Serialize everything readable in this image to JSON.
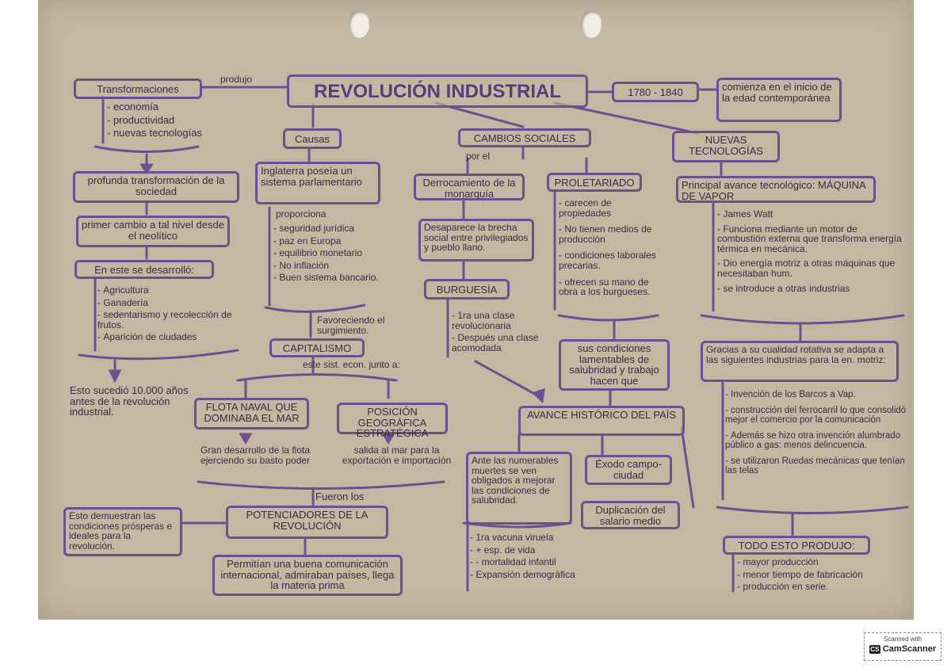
{
  "colors": {
    "paper": "#c5b8a3",
    "ink": "#6f4f91"
  },
  "title": "REVOLUCIÓN INDUSTRIAL",
  "dates": "1780 - 1840",
  "comienza": "comienza en el inicio de la edad contemporánea",
  "produjo_label": "produjo",
  "transformaciones": {
    "header": "Transformaciones",
    "items": [
      "economía",
      "productividad",
      "nuevas tecnologías"
    ]
  },
  "profunda": "profunda transformación de la sociedad",
  "primer_cambio": "primer cambio a tal nivel desde el neolítico",
  "desarrollo": {
    "header": "En este se desarrolló:",
    "items": [
      "Agricultura",
      "Ganadería",
      "sedentarismo y recolección de frutos.",
      "Aparición de ciudades"
    ]
  },
  "esto_sucedio": "Esto sucedió 10.000 años antes de la revolución industrial.",
  "causas": {
    "header": "Causas",
    "inglaterra": "Inglaterra poseía un sistema parlamentario",
    "proporciona": "proporciona",
    "items": [
      "seguridad jurídica",
      "paz en Europa",
      "equilibrio monetario",
      "No inflación",
      "Buen sistema bancario."
    ]
  },
  "favoreciendo": "Favoreciendo el surgimiento.",
  "capitalismo": "CAPITALISMO",
  "este_sist": "este sist. econ. junto a:",
  "flota": {
    "box": "FLOTA NAVAL QUE DOMINABA EL MAR",
    "text": "Gran desarrollo de la flota ejerciendo su basto poder"
  },
  "posicion": {
    "box": "POSICIÓN GEOGRÁFICA ESTRATÉGICA",
    "text": "salida al mar para la exportación e importación"
  },
  "fueron_los": "Fueron los",
  "potenciadores": "POTENCIADORES DE LA REVOLUCIÓN",
  "esto_demuestran": "Esto demuestran las condiciones prósperas e ideales para la revolución.",
  "permitian": "Permitían una buena comunicación internacional, admiraban países, llega la materia prima",
  "cambios_sociales": {
    "header": "CAMBIOS SOCIALES",
    "por_el": "por el"
  },
  "derrocamiento": "Derrocamiento de la monarquía",
  "desaparece": "Desaparece la brecha social entre privilegiados y pueblo llano.",
  "burguesia": {
    "header": "BURGUESÍA",
    "items": [
      "1ra una clase revolucionaria",
      "Después una clase acomodada"
    ]
  },
  "proletariado": {
    "header": "PROLETARIADO",
    "items": [
      "carecen de propiedades",
      "No tienen medios de producción",
      "condiciones laborales precarias.",
      "ofrecen su mano de obra a los burgueses."
    ]
  },
  "sus_condiciones": "sus condiciones lamentables de salubridad y trabajo hacen que",
  "avance": "AVANCE HISTÓRICO DEL PAÍS",
  "ante": "Ante las numerables muertes se ven obligados a mejorar las condiciones de salubridad.",
  "avance_items": [
    "1ra vacuna viruela",
    "+ esp. de vida",
    "- mortalidad infantil",
    "Expansión demográfica"
  ],
  "exodo": "Éxodo campo-ciudad",
  "duplicacion": "Duplicación del salario medio",
  "nuevas_tec": "NUEVAS TECNOLOGÍAS",
  "principal": "Principal avance tecnológico: MÁQUINA DE VAPOR",
  "vapor_items": [
    "James Watt",
    "Funciona mediante un motor de combustión externa que transforma energía térmica en mecánica.",
    "Dio energía motriz a otras máquinas que necesitaban hum.",
    "se introduce a otras industrias"
  ],
  "gracias": "Gracias a su cualidad rotativa se adapta a las siguientes industrias para la en. motriz:",
  "gracias_items": [
    "Invención de los Barcos a Vap.",
    "construcción del ferrocarril lo que consolidó mejor el comercio por la comunicación",
    "Además se hizo otra invención alumbrado público a gas: menos delincuencia.",
    "se utilizaron Ruedas mecánicas que tenían las telas"
  ],
  "todo_esto": "TODO ESTO PRODUJO:",
  "todo_items": [
    "mayor producción",
    "menor tiempo de fabricación",
    "producción en serie."
  ],
  "scanned": {
    "label": "Scanned with",
    "brand": "CamScanner",
    "logo": "CS"
  }
}
